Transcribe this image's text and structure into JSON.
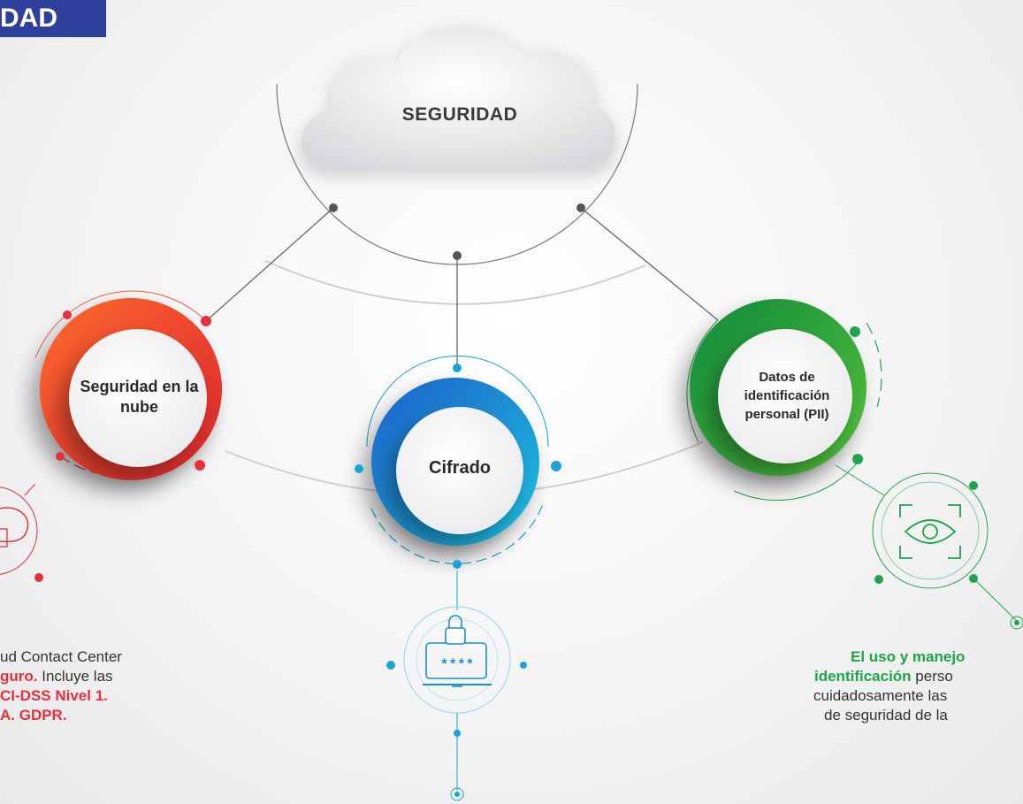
{
  "header": {
    "banner": "DAD"
  },
  "cloud": {
    "label": "SEGURIDAD"
  },
  "nodes": [
    {
      "label": "Seguridad en la nube",
      "color": "#e8402e"
    },
    {
      "label": "Cifrado",
      "color": "#1a8fd0"
    },
    {
      "label": "Datos de identificación personal (PII)",
      "color": "#20a34a"
    }
  ],
  "icons": [
    "cloud-lock-icon",
    "laptop-password-icon",
    "eye-scan-icon"
  ],
  "left_text": {
    "line1": "ud Contact Center",
    "line2a": "guro.",
    "line2b": " Incluye las",
    "line3": "CI-DSS Nivel 1.",
    "line4": "A. GDPR."
  },
  "right_text": {
    "line1": "El uso y manejo",
    "line2a": "identificación",
    "line2b": " perso",
    "line3": "cuidadosamente las",
    "line4": "de  seguridad de la"
  },
  "pin_values": {
    "cifrado": "****"
  }
}
